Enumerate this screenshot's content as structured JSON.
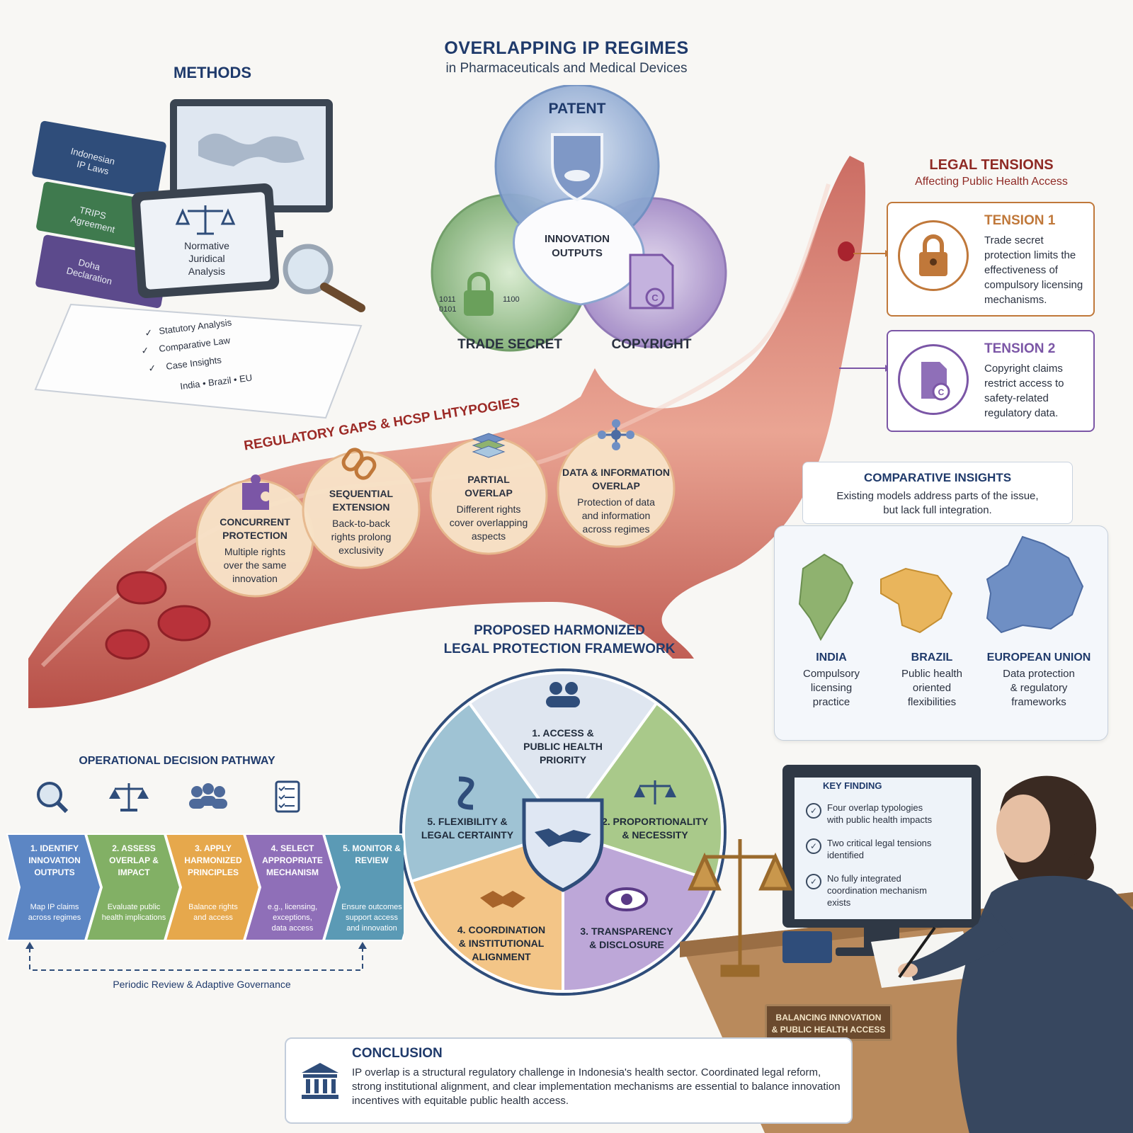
{
  "header": {
    "title": "OVERLAPPING IP REGIMES",
    "subtitle": "in Pharmaceuticals and Medical Devices"
  },
  "methods": {
    "title": "METHODS",
    "books": [
      "Indonesian IP Laws",
      "TRIPS Agreement",
      "Doha Declaration"
    ],
    "tablet_text": [
      "Normative",
      "Juridical",
      "Analysis"
    ],
    "checklist": [
      "Statutory Analysis",
      "Comparative Law",
      "Case Insights"
    ],
    "cases": [
      "India",
      "Brazil",
      "EU"
    ]
  },
  "venn": {
    "patent": "PATENT",
    "trade_secret": "TRADE SECRET",
    "copyright": "COPYRIGHT",
    "center": [
      "INNOVATION",
      "OUTPUTS"
    ],
    "binary": [
      "1011",
      "0101",
      "1100"
    ]
  },
  "tensions": {
    "title": "LEGAL TENSIONS",
    "subtitle": "Affecting Public Health Access",
    "items": [
      {
        "title": "TENSION 1",
        "text": "Trade secret protection limits the effectiveness of compulsory licensing mechanisms.",
        "icon": "padlock-icon",
        "color": "#c0783a"
      },
      {
        "title": "TENSION 2",
        "text": "Copyright claims restrict access to safety-related regulatory data.",
        "icon": "copyright-document-icon",
        "color": "#7b56a6"
      }
    ]
  },
  "typologies": {
    "title": "REGULATORY GAPS & HCSP LHTYPOGIES",
    "items": [
      {
        "title": [
          "CONCURRENT",
          "PROTECTION"
        ],
        "text": [
          "Multiple rights",
          "over the same",
          "innovation"
        ],
        "icon": "puzzle-icon"
      },
      {
        "title": [
          "SEQUENTIAL",
          "EXTENSION"
        ],
        "text": [
          "Back-to-back",
          "rights prolong",
          "exclusivity"
        ],
        "icon": "chain-link-icon"
      },
      {
        "title": [
          "PARTIAL",
          "OVERLAP"
        ],
        "text": [
          "Different rights",
          "cover overlapping",
          "aspects"
        ],
        "icon": "layers-icon"
      },
      {
        "title": [
          "DATA & INFORMATION",
          "OVERLAP"
        ],
        "text": [
          "Protection of data",
          "and information",
          "across regimes"
        ],
        "icon": "network-icon"
      }
    ]
  },
  "comparative": {
    "title": "COMPARATIVE INSIGHTS",
    "text": [
      "Existing models address parts of the issue,",
      "but lack full integration."
    ],
    "countries": [
      {
        "name": "INDIA",
        "text": [
          "Compulsory",
          "licensing",
          "practice"
        ],
        "color": "#8fb26f"
      },
      {
        "name": "BRAZIL",
        "text": [
          "Public health",
          "oriented",
          "flexibilities"
        ],
        "color": "#e9b55c"
      },
      {
        "name": "EUROPEAN UNION",
        "text": [
          "Data protection",
          "& regulatory",
          "frameworks"
        ],
        "color": "#5f7fb8"
      }
    ]
  },
  "framework": {
    "title": [
      "PROPOSED HARMONIZED",
      "LEGAL PROTECTION FRAMEWORK"
    ],
    "segments": [
      {
        "label": [
          "1. ACCESS &",
          "PUBLIC HEALTH",
          "PRIORITY"
        ],
        "color": "#dfe6f0",
        "icon": "people-icon"
      },
      {
        "label": [
          "2. PROPORTIONALITY",
          "& NECESSITY"
        ],
        "color": "#a9c98a",
        "icon": "scales-icon"
      },
      {
        "label": [
          "3. TRANSPARENCY",
          "& DISCLOSURE"
        ],
        "color": "#bda7d8",
        "icon": "eye-icon"
      },
      {
        "label": [
          "4. COORDINATION",
          "& INSTITUTIONAL",
          "ALIGNMENT"
        ],
        "color": "#f3c587",
        "icon": "handshake-icon"
      },
      {
        "label": [
          "5. FLEXIBILITY &",
          "LEGAL CERTAINTY"
        ],
        "color": "#9fc3d4",
        "icon": "curved-arrows-icon"
      }
    ]
  },
  "pathway": {
    "title": "OPERATIONAL DECISION PATHWAY",
    "steps": [
      {
        "title": [
          "1. IDENTIFY",
          "INNOVATION",
          "OUTPUTS"
        ],
        "text": [
          "Map IP claims",
          "across regimes"
        ],
        "color": "#5c86c4",
        "icon": "magnifier-icon"
      },
      {
        "title": [
          "2. ASSESS",
          "OVERLAP &",
          "IMPACT"
        ],
        "text": [
          "Evaluate public",
          "health implications"
        ],
        "color": "#82b065",
        "icon": "scales-icon"
      },
      {
        "title": [
          "3. APPLY",
          "HARMONIZED",
          "PRINCIPLES"
        ],
        "text": [
          "Balance rights",
          "and access"
        ],
        "color": "#e6a84c",
        "icon": "people-icon"
      },
      {
        "title": [
          "4. SELECT",
          "APPROPRIATE",
          "MECHANISM"
        ],
        "text": [
          "e.g., licensing,",
          "exceptions,",
          "data access"
        ],
        "color": "#8f6fb8",
        "icon": "checklist-icon"
      },
      {
        "title": [
          "5. MONITOR &",
          "REVIEW"
        ],
        "text": [
          "Ensure outcomes",
          "support access",
          "and innovation"
        ],
        "color": "#5b9ab5",
        "icon": "none"
      }
    ],
    "loop_label": "Periodic Review & Adaptive Governance"
  },
  "key_finding": {
    "title": "KEY FINDING",
    "items": [
      [
        "Four overlap typologies",
        "with public health impacts"
      ],
      [
        "Two critical legal tensions",
        "identified"
      ],
      [
        "No fully integrated",
        "coordination mechanism",
        "exists"
      ]
    ]
  },
  "plaque": [
    "BALANCING INNOVATION",
    "& PUBLIC HEALTH ACCESS"
  ],
  "conclusion": {
    "title": "CONCLUSION",
    "text": "IP overlap is a structural regulatory challenge in Indonesia's health sector. Coordinated legal reform, strong institutional alignment, and clear implementation mechanisms are essential to balance innovation incentives with equitable public health access."
  }
}
